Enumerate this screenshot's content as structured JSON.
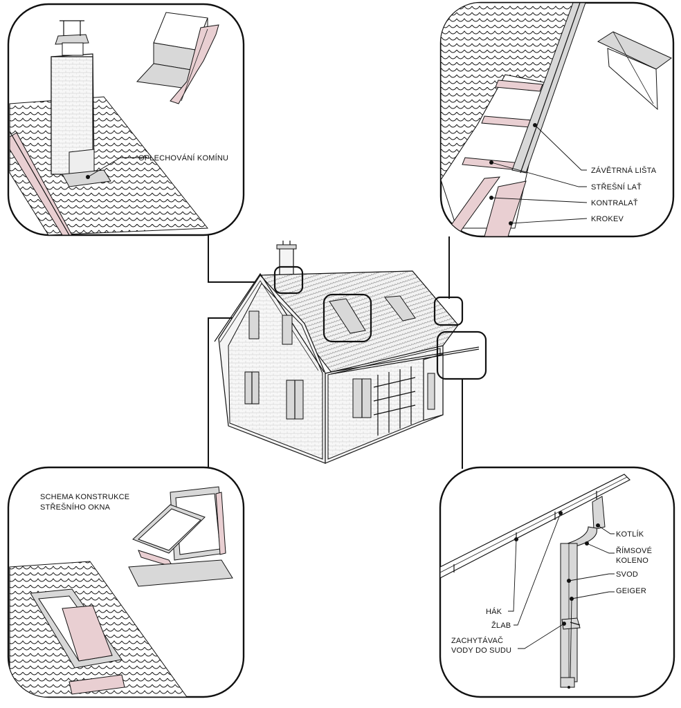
{
  "chimney_panel": {
    "labels": [
      "OPLECHOVÁNÍ KOMÍNU"
    ]
  },
  "verge_panel": {
    "labels": [
      "ZÁVĚTRNÁ LIŠTA",
      "STŘEŠNÍ LAŤ",
      "KONTRALAŤ",
      "KROKEV"
    ]
  },
  "window_panel": {
    "title_line1": "SCHEMA KONSTRUKCE",
    "title_line2": "STŘEŠNÍHO OKNA"
  },
  "gutter_panel": {
    "labels_right": [
      "KOTLÍK",
      "ŘÍMSOVÉ",
      "KOLENO",
      "SVOD",
      "GEIGER"
    ],
    "labels_left": [
      "HÁK",
      "ŽLAB",
      "ZACHYTÁVAČ",
      "VODY DO SUDU"
    ]
  },
  "colors": {
    "line": "#111111",
    "flashing_pink": "#e9cfd2",
    "metal_grey": "#d8d8d8",
    "background": "#ffffff"
  }
}
